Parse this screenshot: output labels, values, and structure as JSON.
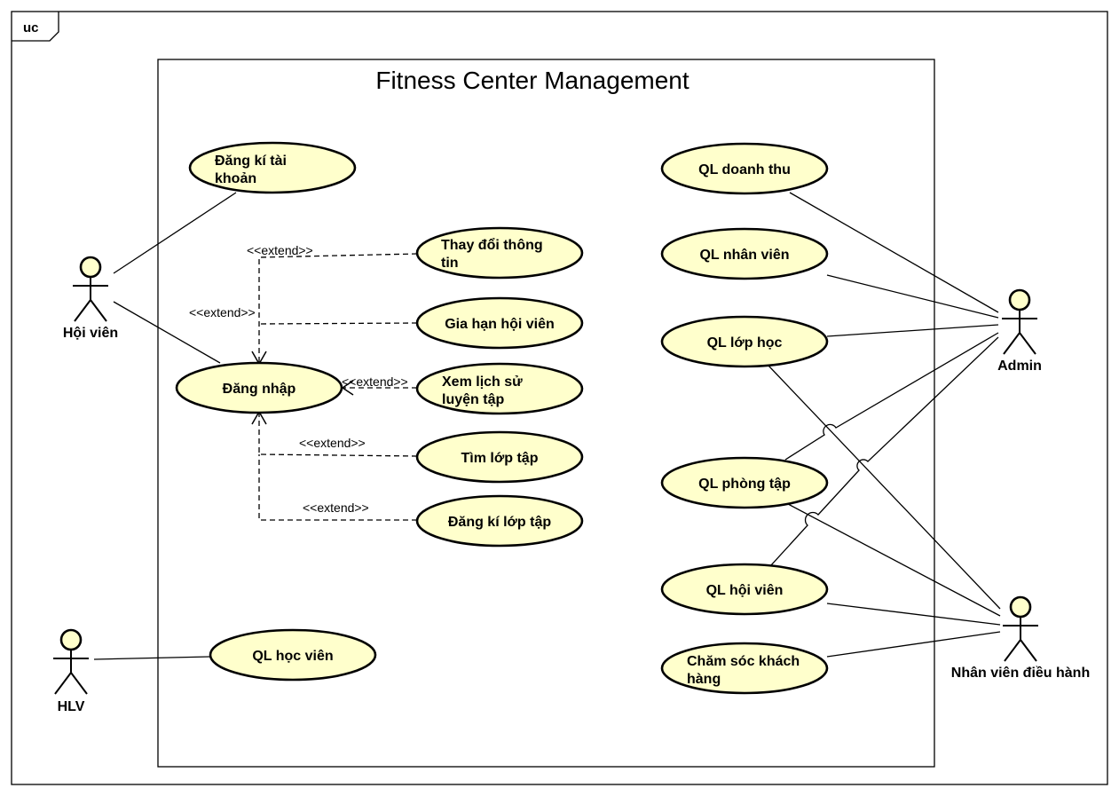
{
  "frame": {
    "tag": "uc"
  },
  "system": {
    "title": "Fitness Center Management"
  },
  "actors": {
    "hoi_vien": "Hội viên",
    "hlv": "HLV",
    "admin": "Admin",
    "nhan_vien": "Nhân viên điều hành"
  },
  "use_cases": {
    "dang_ki_tai_khoan": [
      "Đăng kí tài",
      "khoản"
    ],
    "thay_doi_thong_tin": [
      "Thay đổi thông",
      "tin"
    ],
    "gia_han_hoi_vien": [
      "Gia hạn hội viên"
    ],
    "dang_nhap": [
      "Đăng nhập"
    ],
    "xem_lich_su": [
      "Xem lịch sử",
      "luyện tập"
    ],
    "tim_lop_tap": [
      "Tìm lớp tập"
    ],
    "dang_ki_lop_tap": [
      "Đăng kí lớp tập"
    ],
    "ql_hoc_vien": [
      "QL học viên"
    ],
    "ql_doanh_thu": [
      "QL doanh thu"
    ],
    "ql_nhan_vien": [
      "QL nhân viên"
    ],
    "ql_lop_hoc": [
      "QL lớp học"
    ],
    "ql_phong_tap": [
      "QL phòng tập"
    ],
    "ql_hoi_vien": [
      "QL hội viên"
    ],
    "cham_soc": [
      "Chăm sóc khách",
      "hàng"
    ]
  },
  "stereotypes": {
    "extend": "<<extend>>"
  }
}
